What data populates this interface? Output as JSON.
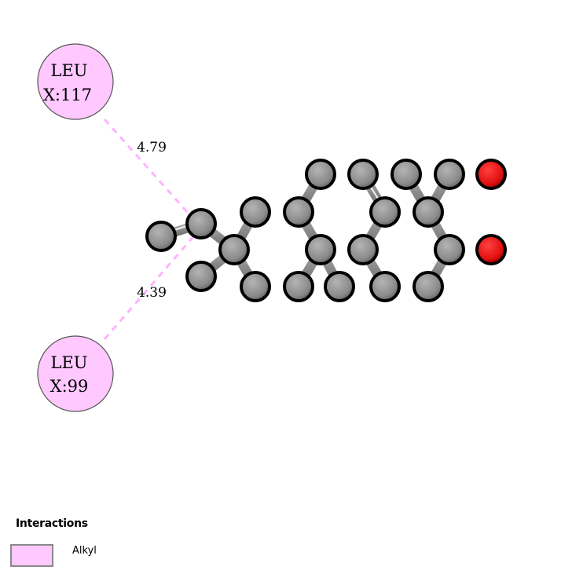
{
  "residues": [
    {
      "name": "LEU",
      "id": "X:117"
    },
    {
      "name": "LEU",
      "id": "X:99"
    }
  ],
  "interactions": [
    {
      "distance": "4.79",
      "type": "Alkyl"
    },
    {
      "distance": "4.39",
      "type": "Alkyl"
    }
  ],
  "legend": {
    "title": "Interactions",
    "items": [
      {
        "label": "Alkyl",
        "color": "#ffc8ff"
      }
    ]
  },
  "colors": {
    "carbon": "#8c8c8c",
    "oxygen": "#e01010",
    "alkyl_line": "#ffb3ff",
    "residue_fill": "#ffc8ff"
  }
}
